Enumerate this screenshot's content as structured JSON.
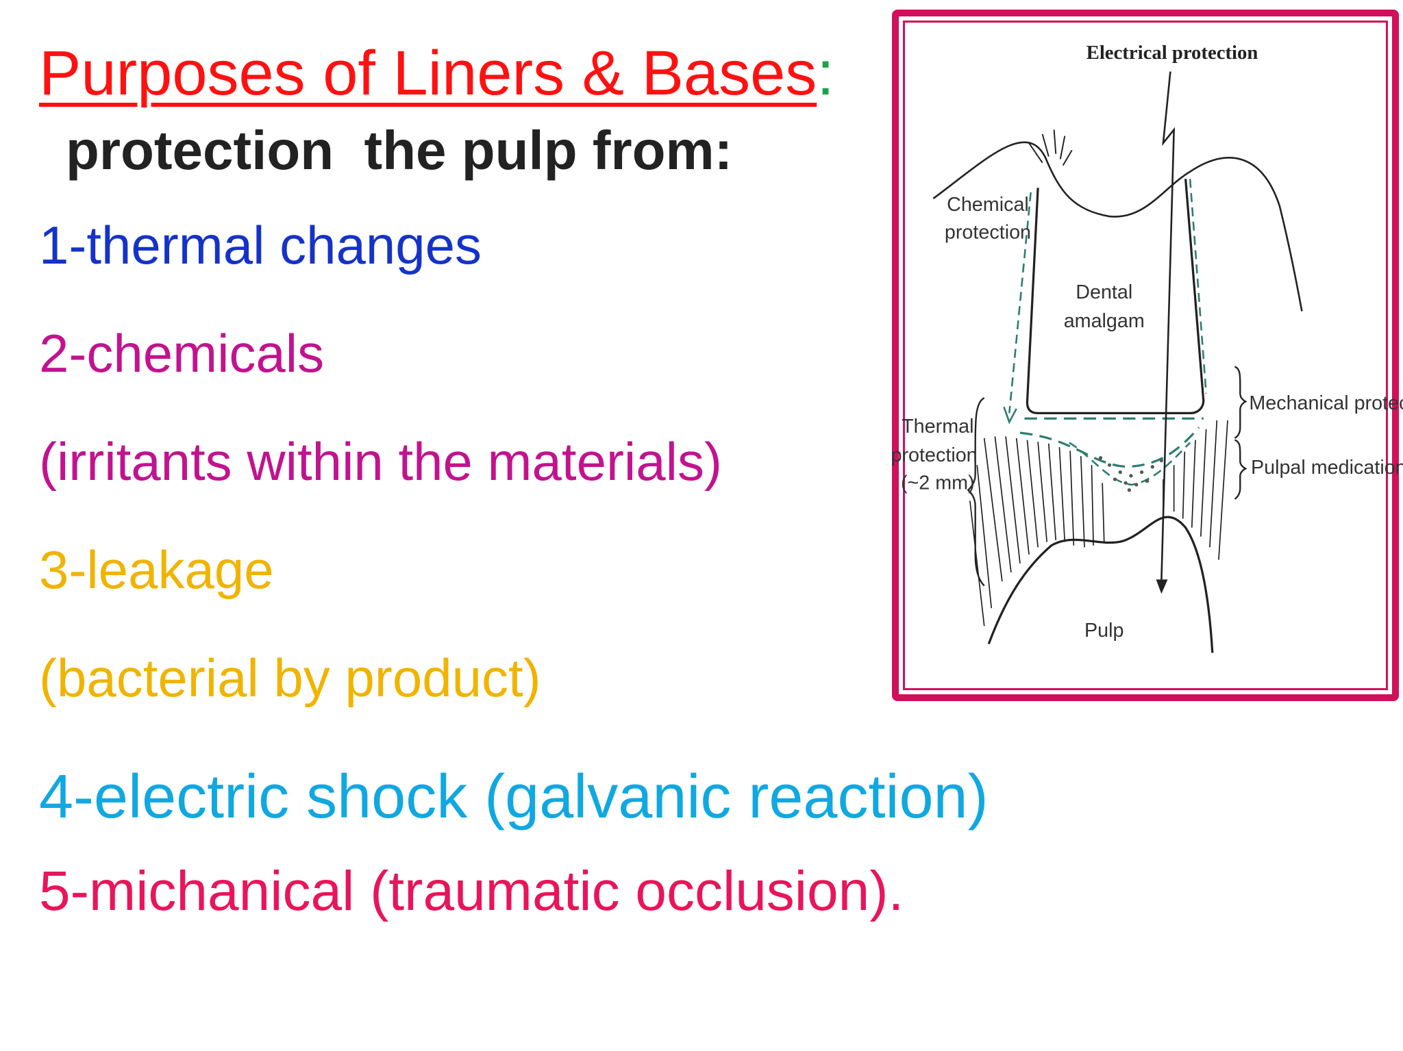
{
  "title": {
    "text": "Purposes of Liners & Bases",
    "colon": ":"
  },
  "subtitle": "protection  the pulp from:",
  "items": [
    "1-thermal changes",
    "2-chemicals",
    "(irritants within the materials)",
    "3-leakage",
    "(bacterial by product)",
    "4-electric shock (galvanic reaction)",
    "5-michanical (traumatic occlusion)."
  ],
  "colors": {
    "title": "#ff1111",
    "title_colon": "#1aa34a",
    "subtitle": "#222222",
    "item_1": "#1533c8",
    "item_2": "#c2138f",
    "item_3": "#f0b400",
    "item_4": "#10a8e0",
    "item_5": "#e8155a",
    "frame": "#d0105a",
    "diagram_accent": "#2e7d6e"
  },
  "figure": {
    "labels": {
      "electrical": "Electrical protection",
      "chemical_1": "Chemical",
      "chemical_2": "protection",
      "dental_1": "Dental",
      "dental_2": "amalgam",
      "mechanical": "Mechanical protection",
      "thermal_1": "Thermal",
      "thermal_2": "protection",
      "thermal_3": "(~2 mm)",
      "pulpal": "Pulpal medication",
      "pulp": "Pulp"
    }
  }
}
